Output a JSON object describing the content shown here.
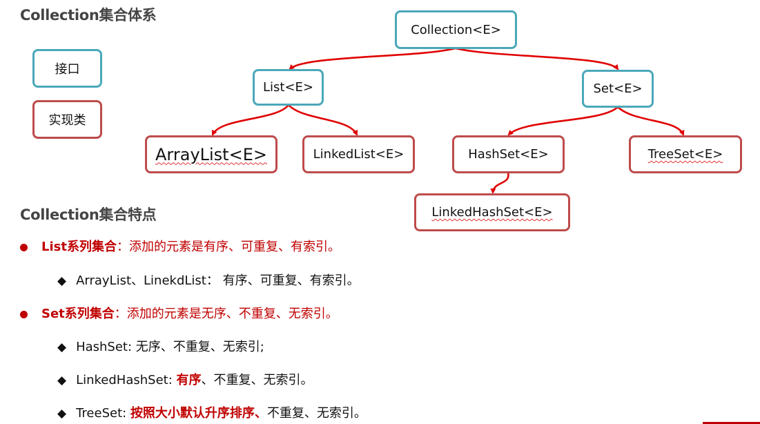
{
  "headings": {
    "system": "Collection集合体系",
    "features": "Collection集合特点"
  },
  "legend": {
    "interface": "接口",
    "implementation": "实现类"
  },
  "nodes": {
    "collection": "Collection<E>",
    "list": "List<E>",
    "set": "Set<E>",
    "arraylist": "ArrayList<E>",
    "linkedlist": "LinkedList<E>",
    "hashset": "HashSet<E>",
    "treeset": "TreeSet<E>",
    "linkedhashset": "LinkedHashSet<E>"
  },
  "features": {
    "list": {
      "label": "List系列集合",
      "sep": "：",
      "desc": "添加的元素是有序、可重复、有索引。"
    },
    "arraylist_linkedlist": {
      "label": "ArrayList、LinekdList：",
      "desc": " 有序、可重复、有索引。"
    },
    "set": {
      "label": "Set系列集合",
      "sep": "：",
      "desc": "添加的元素是无序、不重复、无索引。"
    },
    "hashset": {
      "text": "HashSet: 无序、不重复、无索引;"
    },
    "linkedhashset": {
      "label": "LinkedHashSet: ",
      "highlight": "有序",
      "desc": "、不重复、无索引。"
    },
    "treeset": {
      "label": "TreeSet: ",
      "highlight": "按照大小默认升序排序、",
      "desc": "不重复、无索引。"
    }
  },
  "colors": {
    "interface_border": "#4aa8b9",
    "impl_border": "#be4b4b",
    "arrow": "#e00000",
    "accent_red": "#c00000"
  }
}
